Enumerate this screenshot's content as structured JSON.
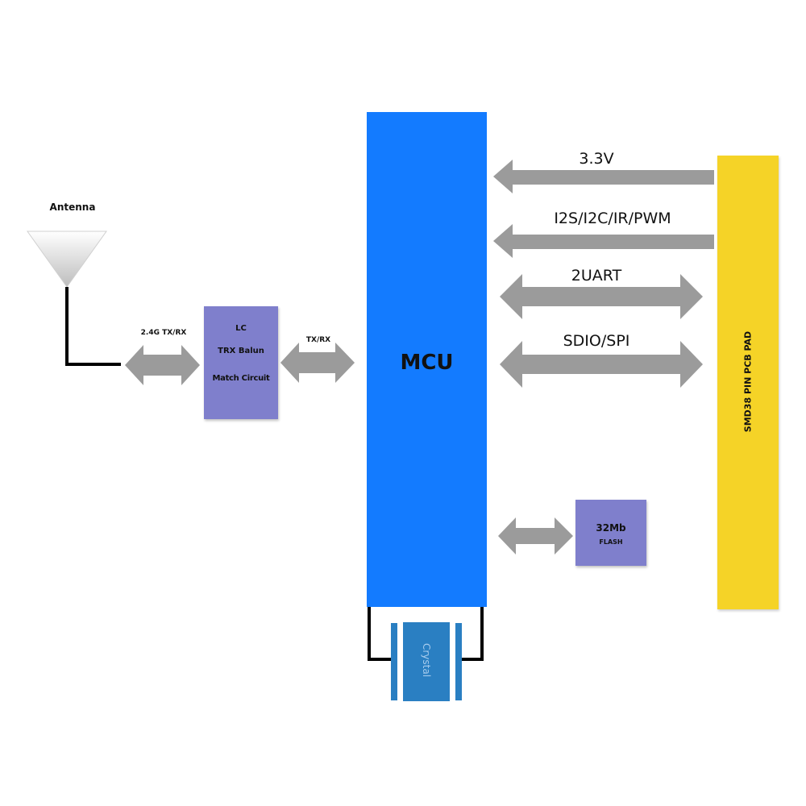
{
  "diagram": {
    "antenna": {
      "label": "Antenna"
    },
    "rf_link": {
      "label": "2.4G TX/RX"
    },
    "lc_block": {
      "lines": [
        "LC",
        "TRX Balun",
        "Match Circuit"
      ]
    },
    "rf_mcu_link": {
      "label": "TX/RX"
    },
    "mcu": {
      "label": "MCU"
    },
    "interfaces": [
      {
        "label": "3.3V",
        "direction": "to-mcu"
      },
      {
        "label": "I2S/I2C/IR/PWM",
        "direction": "to-mcu"
      },
      {
        "label": "2UART",
        "direction": "bidirectional"
      },
      {
        "label": "SDIO/SPI",
        "direction": "bidirectional"
      }
    ],
    "pad": {
      "label": "SMD38 PIN PCB PAD"
    },
    "flash": {
      "lines": [
        "32Mb",
        "FLASH"
      ]
    },
    "crystal": {
      "label": "Crystal"
    }
  },
  "colors": {
    "mcu": "#137bff",
    "lc_block": "#7f7fcc",
    "flash": "#7f7fcc",
    "pad": "#f5d327",
    "arrow": "#9b9b9b",
    "crystal": "#2a7fc2",
    "wire": "#000000"
  }
}
